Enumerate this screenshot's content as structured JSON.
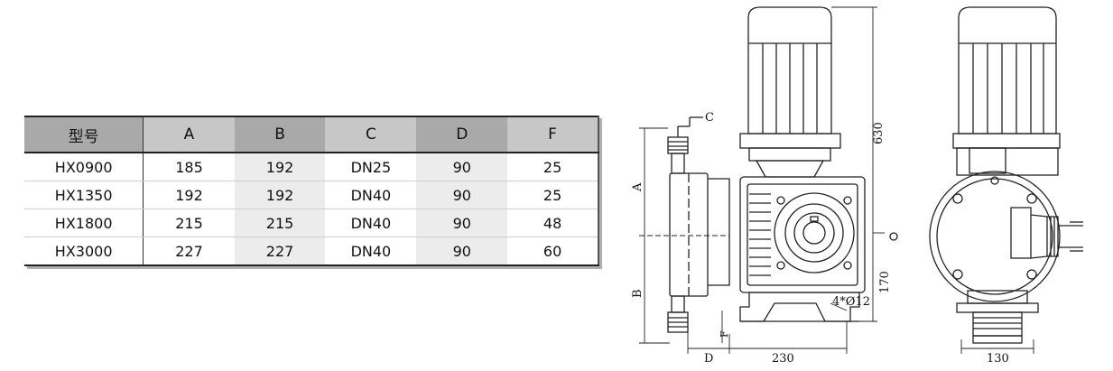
{
  "table": {
    "headers": [
      "型号",
      "A",
      "B",
      "C",
      "D",
      "F"
    ],
    "rows": [
      [
        "HX0900",
        "185",
        "192",
        "DN25",
        "90",
        "25"
      ],
      [
        "HX1350",
        "192",
        "192",
        "DN40",
        "90",
        "25"
      ],
      [
        "HX1800",
        "215",
        "215",
        "DN40",
        "90",
        "48"
      ],
      [
        "HX3000",
        "227",
        "227",
        "DN40",
        "90",
        "60"
      ]
    ]
  },
  "drawing": {
    "labels": {
      "c": "C",
      "a": "A",
      "b": "B",
      "height_total": "630",
      "height_base": "170",
      "bolt_holes": "4*Ø12",
      "f": "F",
      "d": "D",
      "width_front": "230",
      "width_side": "130"
    }
  }
}
